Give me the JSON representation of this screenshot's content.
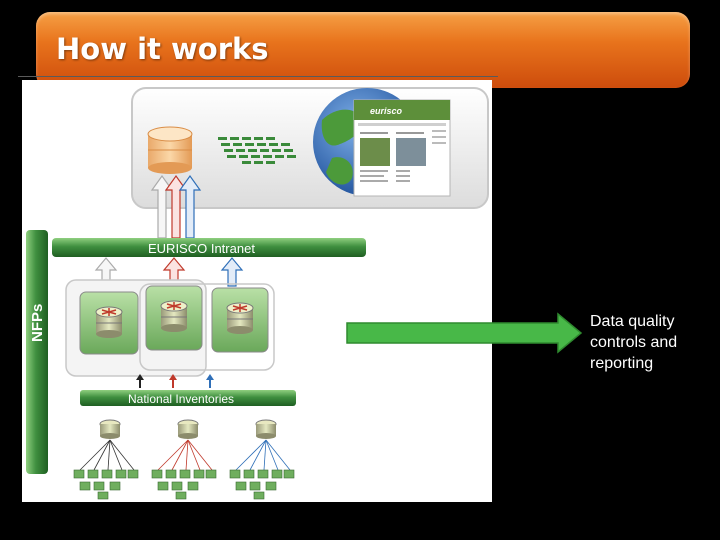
{
  "slide": {
    "title": "How it works",
    "callout": "Data quality controls and reporting"
  },
  "diagram": {
    "nfps_label": "NFPs",
    "intranet_label": "EURISCO Intranet",
    "inventories_label": "National Inventories",
    "website_logo": "eurisco"
  },
  "colors": {
    "title_orange": "#e8731c",
    "green_bar": "#3a8a3a",
    "arrow_green": "#48b848",
    "arrow_red": "#c0392b",
    "arrow_blue": "#2f6fb8"
  }
}
